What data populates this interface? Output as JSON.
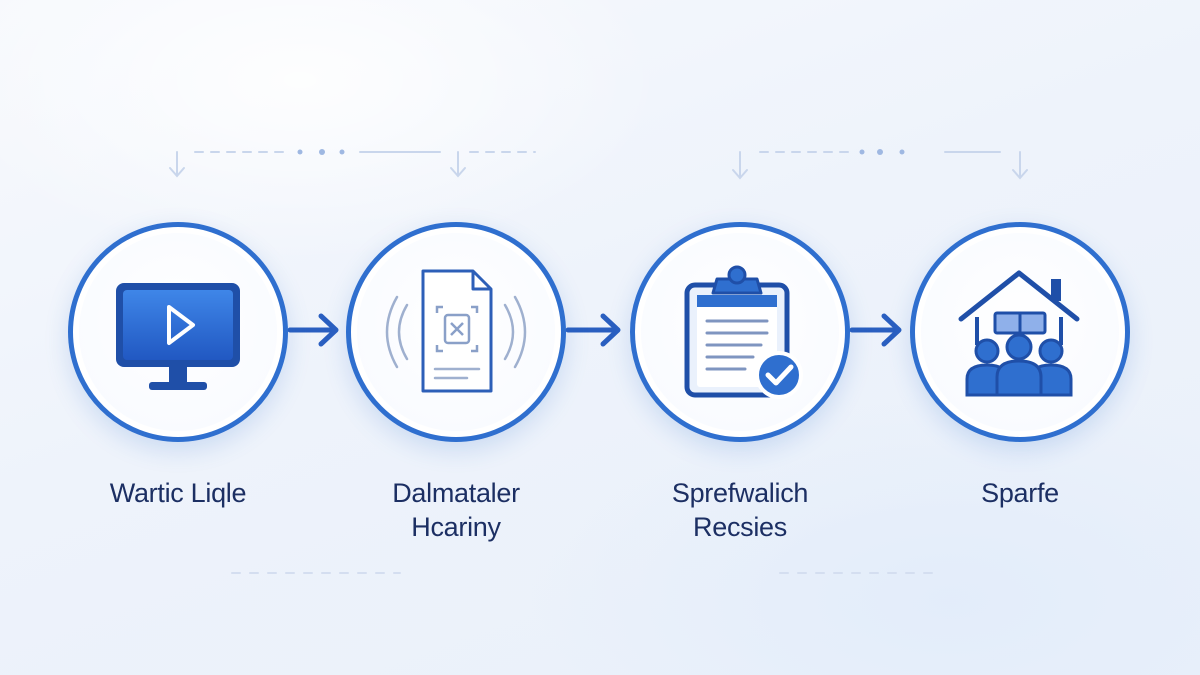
{
  "steps": [
    {
      "icon": "monitor-play-icon",
      "label_lines": [
        "Wartic Liqle"
      ]
    },
    {
      "icon": "document-scan-icon",
      "label_lines": [
        "Dalmataler",
        "Hcariny"
      ]
    },
    {
      "icon": "clipboard-check-icon",
      "label_lines": [
        "Sprefwalich",
        "Recsies"
      ]
    },
    {
      "icon": "house-people-icon",
      "label_lines": [
        "Sparfe"
      ]
    }
  ],
  "colors": {
    "accent": "#2f6fcf",
    "accent_dark": "#1f4fa8",
    "text": "#1c2f63",
    "faint_line": "#c9d6ec"
  }
}
